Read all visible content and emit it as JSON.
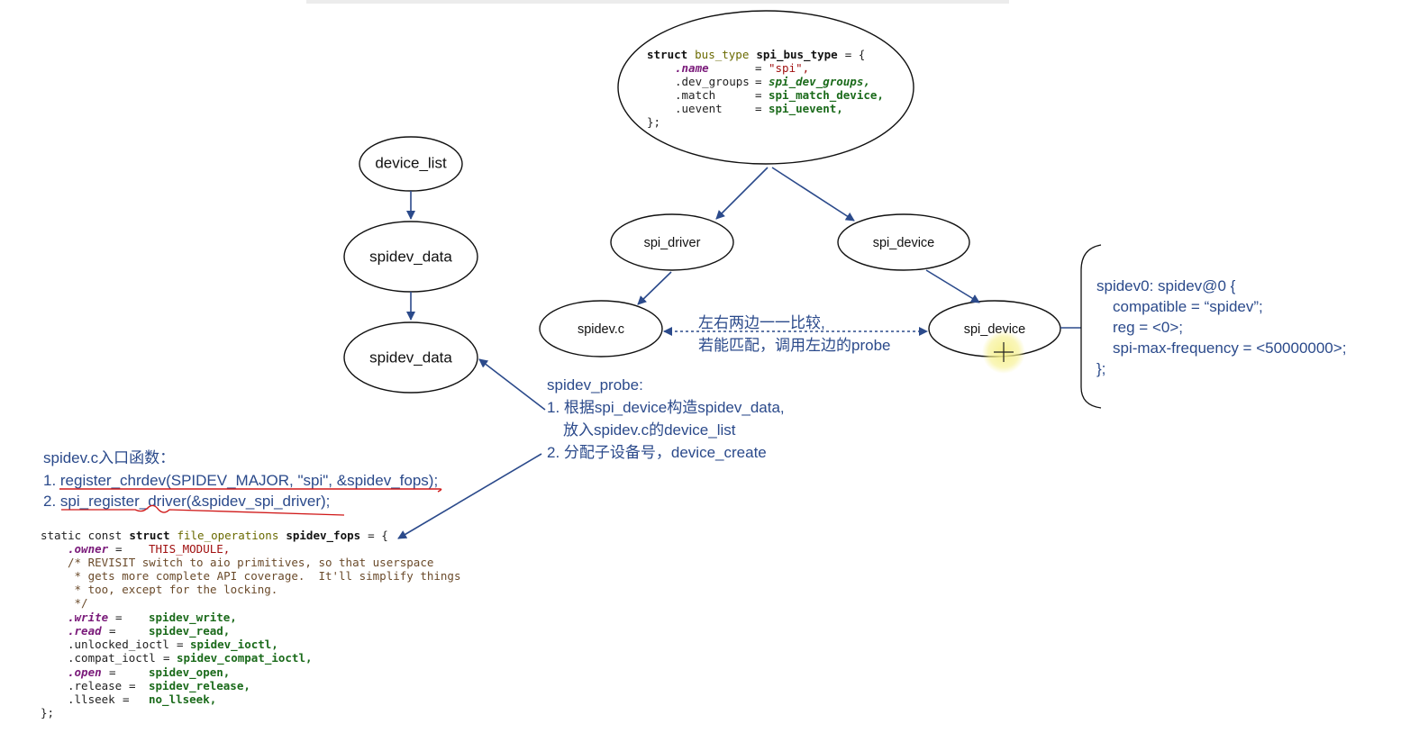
{
  "bus_type_code": {
    "line1_kw": "struct",
    "line1_type": "bus_type",
    "line1_name": "spi_bus_type",
    "line1_tail": "= {",
    "rows": [
      {
        "field": ".name",
        "eq": "=",
        "value": "\"spi\","
      },
      {
        "field": ".dev_groups",
        "eq": "=",
        "value": "spi_dev_groups,"
      },
      {
        "field": ".match",
        "eq": "=",
        "value": "spi_match_device,"
      },
      {
        "field": ".uevent",
        "eq": "=",
        "value": "spi_uevent,"
      }
    ],
    "close": "};"
  },
  "nodes": {
    "device_list": "device_list",
    "spidev_data_1": "spidev_data",
    "spidev_data_2": "spidev_data",
    "spi_driver": "spi_driver",
    "spi_device_1": "spi_device",
    "spidev_c": "spidev.c",
    "spi_device_2": "spi_device"
  },
  "compare_note": {
    "line1": "左右两边一一比较,",
    "line2": "若能匹配，调用左边的probe"
  },
  "dts_note": {
    "line1": "spidev0: spidev@0 {",
    "line2": "compatible = “spidev”;",
    "line3": "reg = <0>;",
    "line4": "spi-max-frequency = <50000000>;",
    "line5": "};"
  },
  "probe_note": {
    "title": "spidev_probe:",
    "item1_a": "1. 根据spi_device构造spidev_data,",
    "item1_b": "放入spidev.c的device_list",
    "item2": "2. 分配子设备号，device_create"
  },
  "entry_note": {
    "title": "spidev.c入口函数：",
    "item1": "1. register_chrdev(SPIDEV_MAJOR, \"spi\", &spidev_fops);",
    "item2": "2. spi_register_driver(&spidev_spi_driver);"
  },
  "fops_code": {
    "head_a": "static const",
    "head_kw": "struct",
    "head_type": "file_operations",
    "head_name": "spidev_fops",
    "head_tail": "= {",
    "owner_field": ".owner",
    "owner_eq": "=",
    "owner_val": "THIS_MODULE,",
    "comment1": "/* REVISIT switch to aio primitives, so that userspace",
    "comment2": " * gets more complete API coverage.  It'll simplify things",
    "comment3": " * too, except for the locking.",
    "comment4": " */",
    "rows": [
      {
        "field": ".write",
        "eq": "=",
        "value": "spidev_write,"
      },
      {
        "field": ".read",
        "eq": "=",
        "value": "spidev_read,"
      },
      {
        "field": ".unlocked_ioctl",
        "eq": "=",
        "value": "spidev_ioctl,"
      },
      {
        "field": ".compat_ioctl",
        "eq": "=",
        "value": "spidev_compat_ioctl,"
      },
      {
        "field": ".open",
        "eq": "=",
        "value": "spidev_open,"
      },
      {
        "field": ".release",
        "eq": "=",
        "value": "spidev_release,"
      },
      {
        "field": ".llseek",
        "eq": "=",
        "value": "no_llseek,"
      }
    ],
    "close": "};"
  },
  "colors": {
    "accent_blue": "#2b4a8b",
    "underline_red": "#d01818",
    "cursor_highlight": "#f6f08a"
  }
}
